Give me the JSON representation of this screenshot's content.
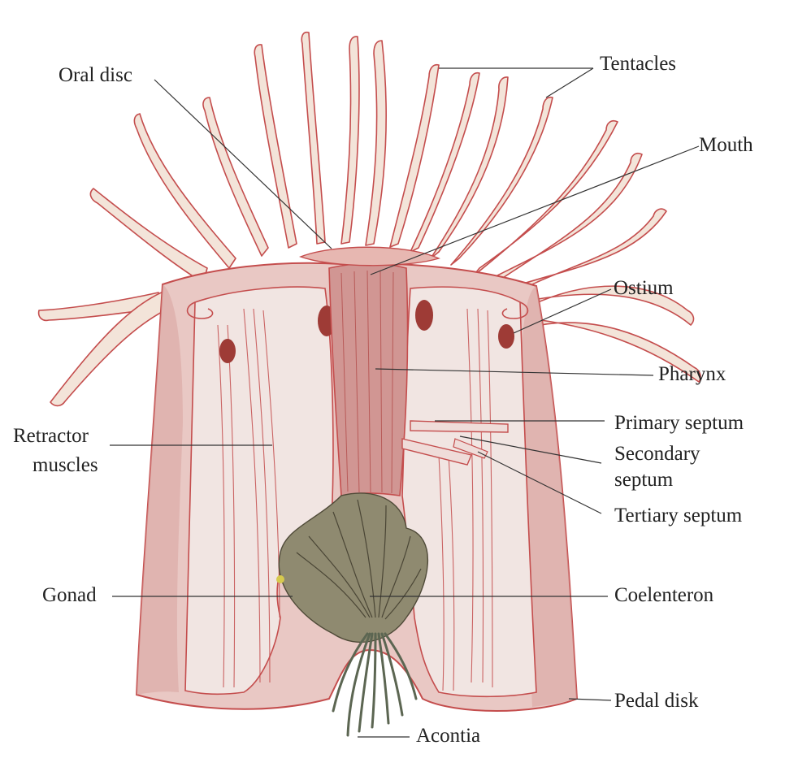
{
  "labels": {
    "oral_disc": "Oral disc",
    "tentacles": "Tentacles",
    "mouth": "Mouth",
    "ostium": "Ostium",
    "pharynx": "Pharynx",
    "primary_septum": "Primary septum",
    "secondary_septum_1": "Secondary",
    "secondary_septum_2": "septum",
    "tertiary_septum": "Tertiary septum",
    "retractor_muscles_1": "Retractor",
    "retractor_muscles_2": "muscles",
    "gonad": "Gonad",
    "coelenteron": "Coelenteron",
    "pedal_disk": "Pedal disk",
    "acontia": "Acontia"
  },
  "colors": {
    "body_fill": "#e9c8c4",
    "body_dark": "#c98986",
    "outline": "#c44d4d",
    "tentacle_fill": "#f3e4d9",
    "cavity_fill": "#f1e5e2",
    "gonad_fill": "#8f8a70",
    "leader": "#333333"
  }
}
